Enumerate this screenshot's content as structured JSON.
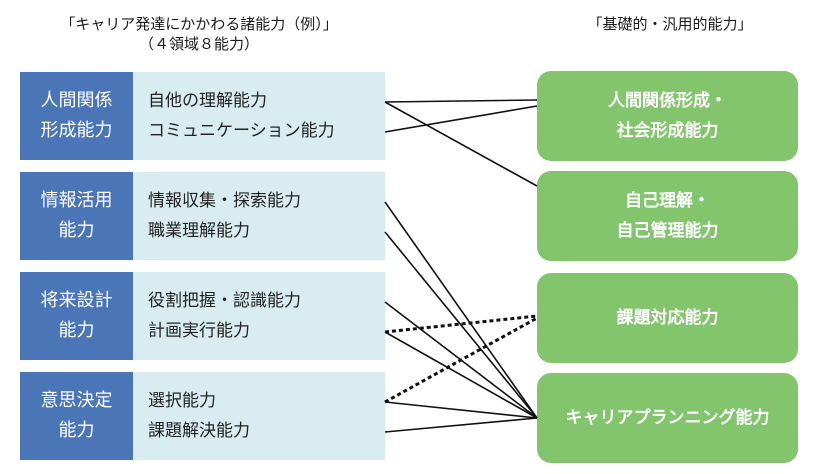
{
  "left_heading": {
    "line1": "「キャリア発達にかかわる諸能力（例）」",
    "line2": "（４領域８能力）"
  },
  "right_heading": "「基礎的・汎用的能力」",
  "domains": [
    {
      "name_lines": [
        "人間関係",
        "形成能力"
      ],
      "abilities": [
        "自他の理解能力",
        "コミュニケーション能力"
      ]
    },
    {
      "name_lines": [
        "情報活用",
        "能力"
      ],
      "abilities": [
        "情報収集・探索能力",
        "職業理解能力"
      ]
    },
    {
      "name_lines": [
        "将来設計",
        "能力"
      ],
      "abilities": [
        "役割把握・認識能力",
        "計画実行能力"
      ]
    },
    {
      "name_lines": [
        "意思決定",
        "能力"
      ],
      "abilities": [
        "選択能力",
        "課題解決能力"
      ]
    }
  ],
  "competencies": [
    {
      "lines": [
        "人間関係形成・",
        "社会形成能力"
      ]
    },
    {
      "lines": [
        "自己理解・",
        "自己管理能力"
      ]
    },
    {
      "lines": [
        "課題対応能力"
      ]
    },
    {
      "lines": [
        "キャリアプランニング能力"
      ]
    }
  ],
  "connections": [
    {
      "from": "自他の理解能力",
      "to": "人間関係形成・社会形成能力",
      "style": "solid"
    },
    {
      "from": "自他の理解能力",
      "to": "自己理解・自己管理能力",
      "style": "solid"
    },
    {
      "from": "コミュニケーション能力",
      "to": "人間関係形成・社会形成能力",
      "style": "solid"
    },
    {
      "from": "情報収集・探索能力",
      "to": "キャリアプランニング能力",
      "style": "solid"
    },
    {
      "from": "職業理解能力",
      "to": "キャリアプランニング能力",
      "style": "solid"
    },
    {
      "from": "役割把握・認識能力",
      "to": "キャリアプランニング能力",
      "style": "solid"
    },
    {
      "from": "計画実行能力",
      "to": "課題対応能力",
      "style": "dotted"
    },
    {
      "from": "計画実行能力",
      "to": "キャリアプランニング能力",
      "style": "solid"
    },
    {
      "from": "選択能力",
      "to": "課題対応能力",
      "style": "dotted"
    },
    {
      "from": "選択能力",
      "to": "キャリアプランニング能力",
      "style": "solid"
    },
    {
      "from": "課題解決能力",
      "to": "キャリアプランニング能力",
      "style": "solid"
    }
  ],
  "colors": {
    "domain_box": "#4a76b8",
    "ability_box": "#d8ecf1",
    "competency_box": "#82c56d",
    "line": "#111111"
  }
}
